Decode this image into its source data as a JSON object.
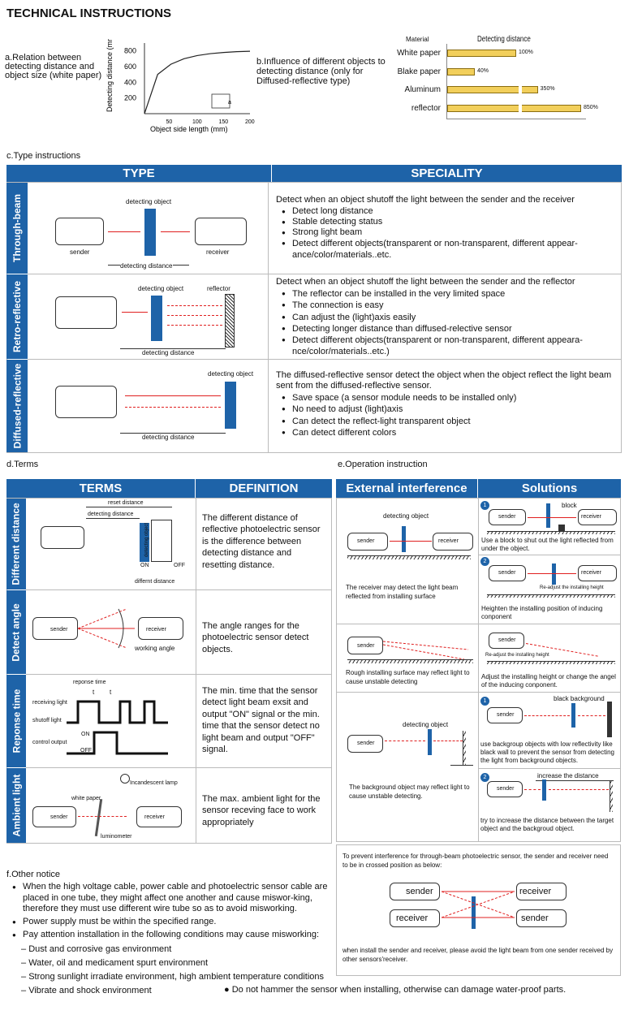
{
  "title": "TECHNICAL INSTRUCTIONS",
  "section_a": {
    "label": "a.Relation between detecting distance and object size (white paper)",
    "ylabel": "Detecting distance (mm)",
    "xlabel": "Object side length     (mm)",
    "yticks": [
      "800",
      "600",
      "400",
      "200"
    ],
    "xticks": [
      "50",
      "100",
      "150",
      "200"
    ],
    "dim_a": "a"
  },
  "section_b": {
    "label": "b.Influence of different objects to detecting distance (only for Diffused-reflective type)",
    "col_material": "Material",
    "col_distance": "Detecting distance"
  },
  "chart_data": [
    {
      "type": "line",
      "title": "",
      "xlabel": "Object side length (mm)",
      "ylabel": "Detecting distance (mm)",
      "x": [
        0,
        25,
        50,
        75,
        100,
        125,
        150,
        175,
        200
      ],
      "y": [
        0,
        500,
        630,
        700,
        740,
        765,
        780,
        790,
        795
      ],
      "xlim": [
        0,
        200
      ],
      "ylim": [
        0,
        900
      ]
    },
    {
      "type": "bar",
      "title": "",
      "categories": [
        "White paper",
        "Blake paper",
        "Aluminum",
        "reflector"
      ],
      "values": [
        100,
        40,
        350,
        850
      ],
      "value_labels": [
        "100%",
        "40%",
        "350%",
        "850%"
      ],
      "xlabel": "Detecting distance",
      "ylabel": "Material"
    }
  ],
  "section_c": {
    "label": "c.Type instructions",
    "h_type": "TYPE",
    "h_spec": "SPECIALITY",
    "rows": [
      {
        "name": "Through-beam",
        "obj": "detecting object",
        "sender": "sender",
        "receiver": "receiver",
        "dist": "detecting distance",
        "intro": "Detect  when an object shutoff the light between the sender and the receiver",
        "items": [
          "Detect long distance",
          "Stable detecting status",
          "Strong light beam",
          "Detect different objects(transparent or non-transparent, different appear-ance/color/materials..etc."
        ]
      },
      {
        "name": "Retro-reflective",
        "obj": "detecting object",
        "reflector": "reflector",
        "dist": "detecting distance",
        "intro": "Detect when an object shutoff the light between the sender and the reflector",
        "items": [
          "The reflector can be installed in the very limited space",
          "The connection is easy",
          "Can adjust the (light)axis easily",
          "Detecting longer distance than diffused-relective sensor",
          "Detect different objects(transparent or non-transparent, different appeara-nce/color/materials..etc.)"
        ]
      },
      {
        "name": "Diffused-reflective",
        "obj": "detecting object",
        "dist": "detecting distance",
        "intro": "The diffused-reflective sensor detect the object when the object reflect the light beam sent from the diffused-reflective sensor.",
        "items": [
          "Save space (a sensor module needs to be installed only)",
          "No need to adjust (light)axis",
          "Can detect the reflect-light transparent object",
          "Can detect different colors"
        ]
      }
    ]
  },
  "section_d": {
    "label": "d.Terms",
    "h_terms": "TERMS",
    "h_def": "DEFINITION",
    "rows": [
      {
        "name": "Different distance",
        "def": "The different distance of reflective photoelectric sensor is the difference between detecting distance and resetting distance.",
        "reset": "reset distance",
        "detecting": "detecting distance",
        "obj": "detecting object",
        "on": "ON",
        "off": "OFF",
        "diff": "differnt distance"
      },
      {
        "name": "Detect  angle",
        "def": "The angle ranges for the photoelectric sensor detect objects.",
        "sender": "sender",
        "receiver": "receiver",
        "angle": "working angle"
      },
      {
        "name": "Reponse time",
        "def": "The min. time that the sensor detect light beam exsit and output \"ON\" signal or the min. time that the sensor detect no light beam and output \"OFF\" signal.",
        "resp": "reponse time",
        "t": "t",
        "rl": "receiving light",
        "sl": "shutoff light",
        "co": "control output",
        "on": "ON",
        "off": "OFF"
      },
      {
        "name": "Ambient light",
        "def": "The max. ambient light for the sensor receving face to work appropriately",
        "lamp": "Incandescent lamp",
        "paper": "white paper",
        "lum": "luminometer",
        "sender": "sender",
        "receiver": "receiver"
      }
    ]
  },
  "section_e": {
    "label": "e.Operation instruction",
    "h_ext": "External interference",
    "h_sol": "Solutions",
    "rows": [
      {
        "obj": "detecting object",
        "sender": "sender",
        "receiver": "receiver",
        "problem": "The receiver may detect the light beam reflected from installing surface",
        "sol1_block": "block",
        "sol1": "Use a block to shut out the light reflected from under the object.",
        "sol2_note": "Re-adjust the installing height",
        "sol2": "Heighten the installing position of inducing conponent"
      },
      {
        "sender": "sender",
        "problem": "Rough installing surface may reflect light to cause unstable detecting",
        "sol_note": "Re-adjust the installing height",
        "sol": "Adjust the installing height or change the angel of the inducing conponent."
      },
      {
        "obj": "detecting object",
        "sender": "sender",
        "problem": "The background object may reflect light to cause unstable detecting.",
        "sol1_note": "black background",
        "sol1": "use backgroup objects with low reflectivity like black wall to prevent the sensor from detecting the light from background objects.",
        "sol2_note": "increase the distance",
        "sol2": "try to increase the distance between the target object and the backgroud object."
      }
    ],
    "cross_intro": "To prevent interference for through-beam photoelectric sensor, the sender and receiver need to be in crossed position as below:",
    "cross": {
      "s1": "sender",
      "r1": "receiver",
      "r2": "receiver",
      "s2": "sender"
    },
    "cross_note": "when install the sender and receiver, please avoid the light beam from one sender received by other sensors'receiver."
  },
  "section_f": {
    "label": "f.Other notice",
    "bullets": [
      "When the high voltage cable, power cable and photoelectric sensor cable are placed in one tube, they might affect one another and cause miswor-king, therefore they must use different wire tube so as to avoid misworking.",
      "Power supply must be within the specified range.",
      "Pay attention installation in the following conditions may cause misworking:"
    ],
    "dashes": [
      "Dust and corrosive gas environment",
      "Water, oil and medicament spurt environment",
      "Strong sunlight irradiate environment, high ambient temperature conditions",
      "Vibrate and shock environment"
    ],
    "last": "Do not hammer the sensor when installing, otherwise can damage water-proof parts."
  },
  "colors": {
    "header": "#1e63a8",
    "bar": "#f2cf5b",
    "arrow": "#e02020"
  }
}
